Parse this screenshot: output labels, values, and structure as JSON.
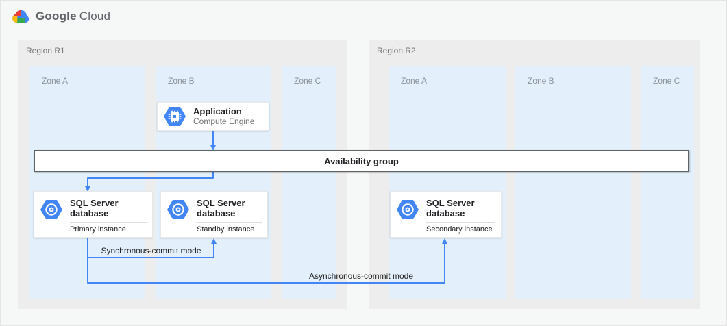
{
  "logo": {
    "part1": "Google",
    "part2": "Cloud",
    "icon": "google-cloud-logo"
  },
  "regions": [
    {
      "label": "Region R1",
      "zones": [
        {
          "label": "Zone A"
        },
        {
          "label": "Zone B"
        },
        {
          "label": "Zone C"
        }
      ]
    },
    {
      "label": "Region R2",
      "zones": [
        {
          "label": "Zone A"
        },
        {
          "label": "Zone B"
        },
        {
          "label": "Zone C"
        }
      ]
    }
  ],
  "nodes": {
    "application": {
      "title": "Application",
      "subtitle": "Compute Engine",
      "icon": "compute-engine-icon"
    },
    "availability_group": {
      "label": "Availability group"
    },
    "primary_db": {
      "title": "SQL Server database",
      "subtitle": "Primary instance",
      "icon": "cloud-sql-icon"
    },
    "standby_db": {
      "title": "SQL Server database",
      "subtitle": "Standby instance",
      "icon": "cloud-sql-icon"
    },
    "secondary_db": {
      "title": "SQL Server database",
      "subtitle": "Secondary instance",
      "icon": "cloud-sql-icon"
    }
  },
  "connections": {
    "sync": {
      "label": "Synchronous-commit mode"
    },
    "async": {
      "label": "Asynchronous-commit mode"
    }
  },
  "colors": {
    "connector_blue": "#4285f4",
    "hexagon_blue": "#4285f4",
    "zone_bg": "#e3f0fc",
    "region_bg": "#ededed",
    "availability_border": "#5f6368",
    "page_bg": "#f6f7f7"
  }
}
